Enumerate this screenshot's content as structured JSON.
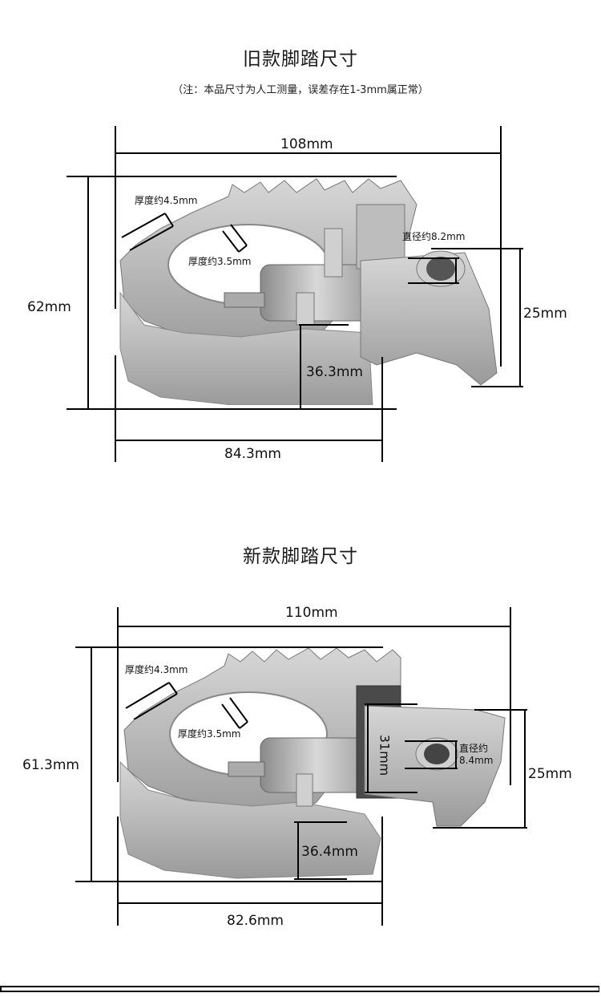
{
  "old_peg": {
    "title": "旧款脚踏尺寸",
    "note": "（注：本品尺寸为人工测量，误差存在1-3mm属正常）",
    "dimensions": {
      "overall_length": "108mm",
      "overall_height": "62mm",
      "mount_height": "25mm",
      "base_length": "84.3mm",
      "platform_height": "36.3mm",
      "outer_thickness": "厚度约4.5mm",
      "inner_thickness": "厚度约3.5mm",
      "hole_diameter": "直径约8.2mm"
    }
  },
  "new_peg": {
    "title": "新款脚踏尺寸",
    "dimensions": {
      "overall_length": "110mm",
      "overall_height": "61.3mm",
      "mount_height": "25mm",
      "base_length": "82.6mm",
      "platform_height": "36.4mm",
      "outer_thickness": "厚度约4.3mm",
      "inner_thickness": "厚度约3.5mm",
      "hole_diameter_label": "直径约",
      "hole_diameter_value": "8.4mm",
      "bracket_height": "31mm"
    }
  },
  "colors": {
    "metal_light": "#d9d9d9",
    "metal_mid": "#a8a8a8",
    "metal_dark": "#6e6e6e",
    "line": "#000000"
  }
}
